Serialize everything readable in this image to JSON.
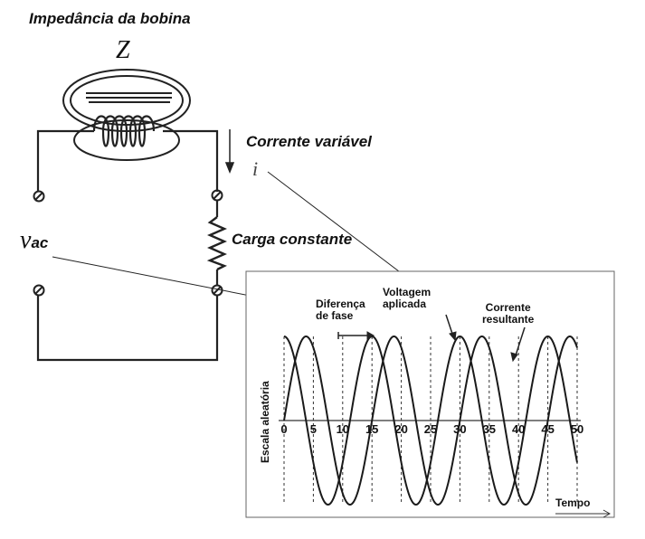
{
  "labels": {
    "title": "Impedância da bobina",
    "impedance_symbol": "Z",
    "current_label": "Corrente  variável",
    "current_symbol": "i",
    "voltage_symbol": "v",
    "voltage_subscript": "ac",
    "load_label": "Carga constante",
    "phase_diff": [
      "Diferença",
      "de fase"
    ],
    "applied_voltage": [
      "Voltagem",
      "aplicada"
    ],
    "resulting_current": [
      "Corrente",
      "resultante"
    ]
  },
  "chart_data": {
    "type": "line",
    "xlabel": "Tempo",
    "ylabel": "Escala aleatória",
    "xlim": [
      0,
      50
    ],
    "ylim": [
      -1.2,
      1.2
    ],
    "x_ticks": [
      "0",
      "5",
      "10",
      "15",
      "20",
      "25",
      "30",
      "35",
      "40",
      "45",
      "50"
    ],
    "series": [
      {
        "name": "Voltagem aplicada",
        "period": 15,
        "phase_deg": 90,
        "amplitude": 1.0
      },
      {
        "name": "Corrente resultante",
        "period": 15,
        "phase_deg": 0,
        "amplitude": 1.0
      }
    ]
  },
  "colors": {
    "line": "#1a1a1a",
    "grid": "#333333"
  }
}
